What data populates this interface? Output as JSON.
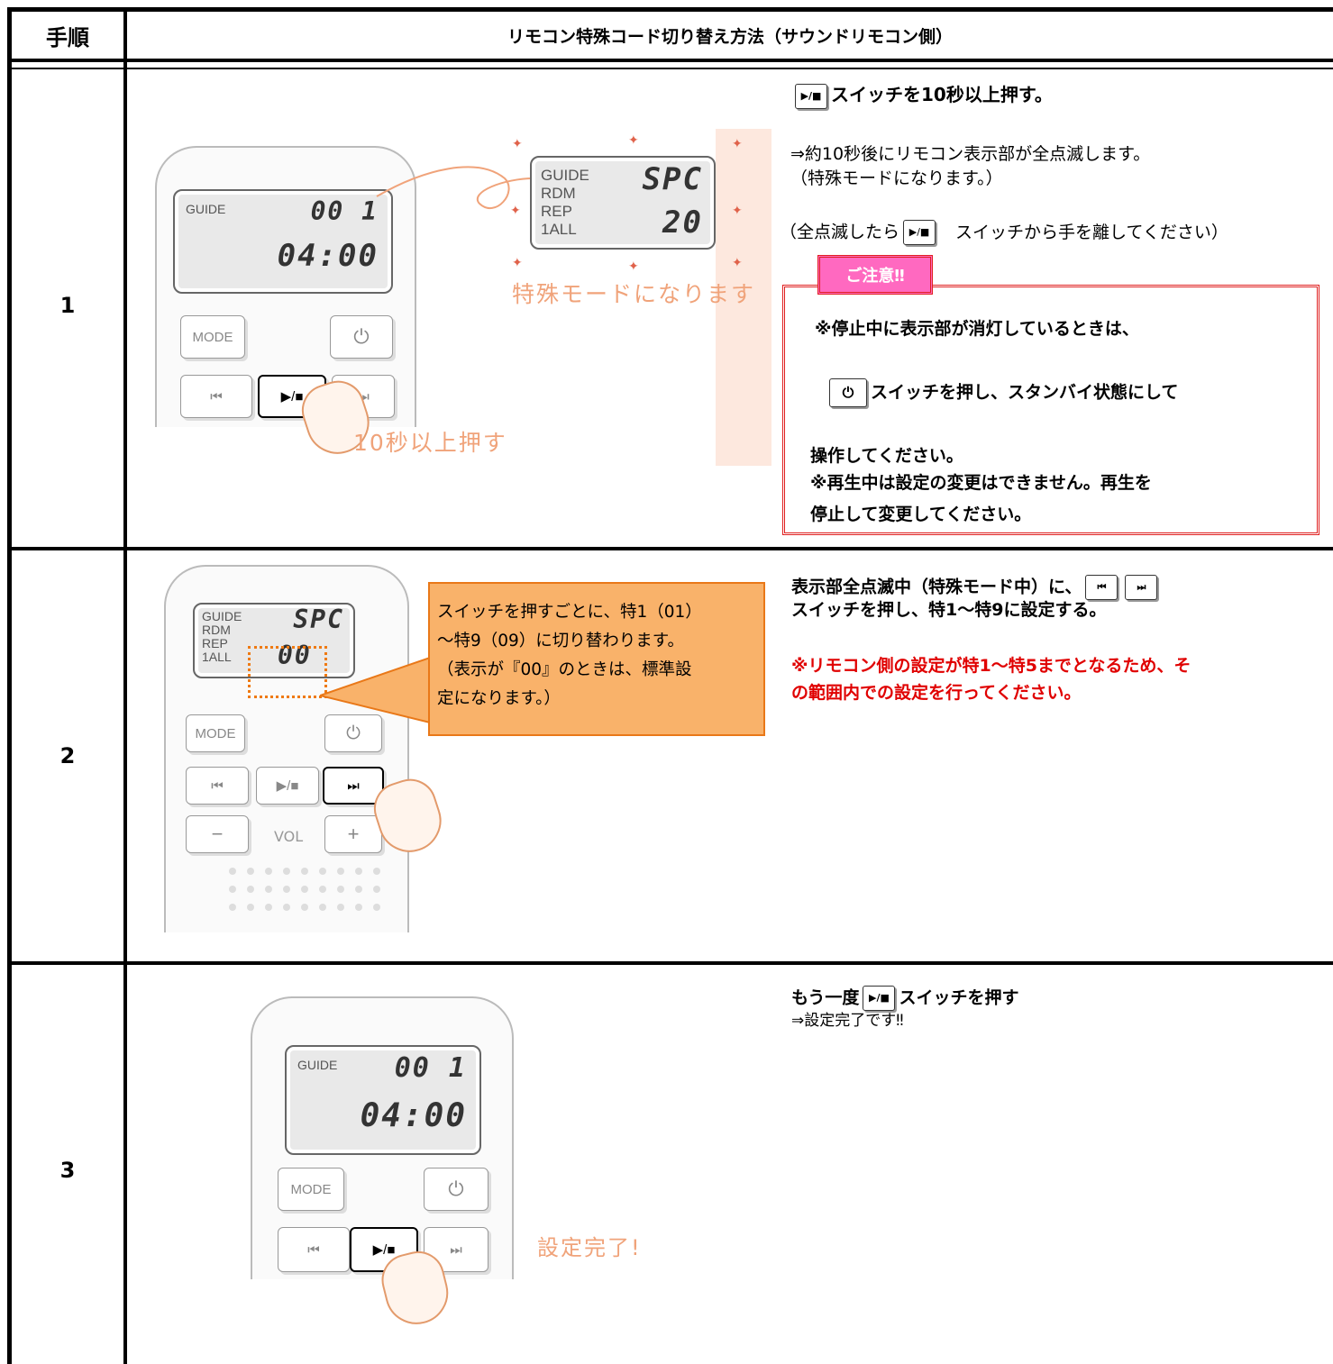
{
  "header": {
    "step_col": "手順",
    "title": "リモコン特殊コード切り替え方法（サウンドリモコン側）"
  },
  "steps": [
    {
      "number": "1"
    },
    {
      "number": "2"
    },
    {
      "number": "3"
    }
  ],
  "remote": {
    "guide": "GUIDE",
    "rdm": "RDM",
    "rep": "REP",
    "all": "1ALL",
    "track": "00 1",
    "time": "04:00",
    "spc": "SPC",
    "spc_num": "20",
    "zero": "00",
    "mode": "MODE",
    "prev": "⏮",
    "playstop": "▶/■",
    "next": "⏭",
    "minus": "−",
    "vol": "VOL",
    "plus": "+",
    "power": "⏻"
  },
  "step1": {
    "special_mode_caption": "特殊モードになります",
    "press_caption": "10秒以上押す",
    "heading_suffix": "スイッチを10秒以上押す。",
    "line1": "⇒約10秒後にリモコン表示部が全点滅します。",
    "line2": "（特殊モードになります。）",
    "line3_pre": "（全点滅したら",
    "line3_post": "スイッチから手を離してください）",
    "notice_tag": "ご注意‼",
    "notice1": "※停止中に表示部が消灯しているときは、",
    "notice2": "スイッチを押し、スタンバイ状態にして",
    "notice3": "操作してください。",
    "notice4": "※再生中は設定の変更はできません。再生を",
    "notice5": "停止して変更してください。"
  },
  "step2": {
    "callout": [
      "スイッチを押すごとに、特1（01）",
      "～特9（09）に切り替わります。",
      "（表示が『00』のときは、標準設",
      "定になります。）"
    ],
    "line1_pre": "表示部全点滅中（特殊モード中）に、",
    "line2": "スイッチを押し、特1～特9に設定する。",
    "red1": "※リモコン側の設定が特1～特5までとなるため、そ",
    "red2": "の範囲内での設定を行ってください。"
  },
  "step3": {
    "heading_pre": "もう一度",
    "heading_post": "スイッチを押す",
    "line1": "⇒設定完了です‼",
    "done_caption": "設定完了!"
  }
}
